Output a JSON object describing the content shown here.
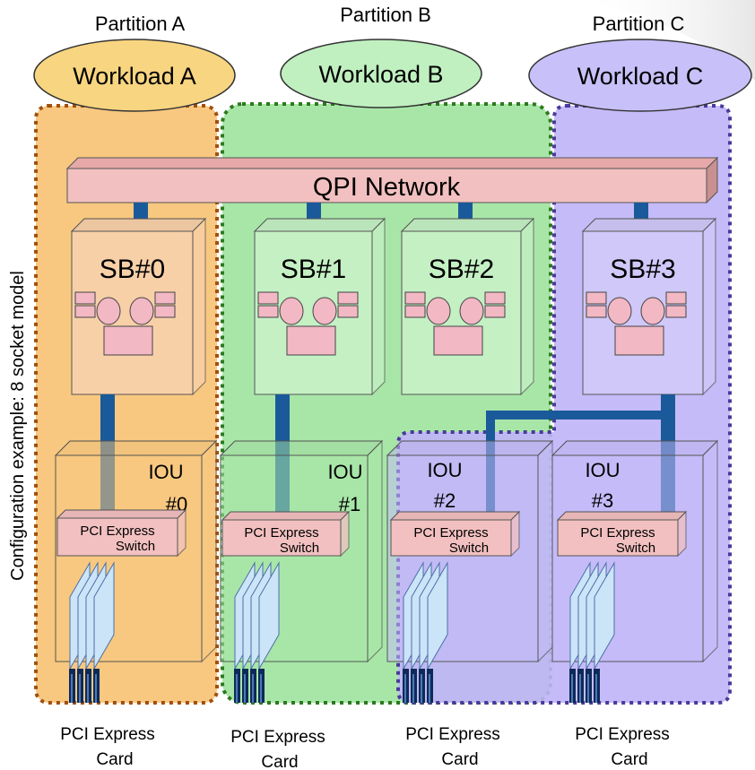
{
  "partitions": [
    {
      "label": "Partition A",
      "workload": "Workload  A",
      "fill": "#f8c880",
      "border": "#a0500f",
      "ellipse": "#f8d580"
    },
    {
      "label": "Partition B",
      "workload": "Workload B",
      "fill": "#a8e6a8",
      "border": "#2c7a1e",
      "ellipse": "#c0f0c0"
    },
    {
      "label": "Partition C",
      "workload": "Workload C",
      "fill": "#c0b4f8",
      "border": "#4a3a9a",
      "ellipse": "#c8c0f8"
    }
  ],
  "network_label": "QPI Network",
  "system_boards": [
    {
      "label": "SB#0",
      "color": "#f8d0a8"
    },
    {
      "label": "SB#1",
      "color": "#c4f0c4"
    },
    {
      "label": "SB#2",
      "color": "#c4f0c4"
    },
    {
      "label": "SB#3",
      "color": "#d0c8f8"
    }
  ],
  "iou_units": [
    {
      "title": "IOU",
      "number": "#0"
    },
    {
      "title": "IOU",
      "number": "#1"
    },
    {
      "title": "IOU",
      "number": "#2"
    },
    {
      "title": "IOU",
      "number": "#3"
    }
  ],
  "switch_line1": "PCI Express",
  "switch_line2": "Switch",
  "card_line1": "PCI Express",
  "card_line2": "Card",
  "side_label": "Configuration example: 8 socket model",
  "colors": {
    "network": "#f2c0c0",
    "link": "#1a5a9a",
    "chip": "#f2b8c4",
    "card": "#cce4f8"
  }
}
